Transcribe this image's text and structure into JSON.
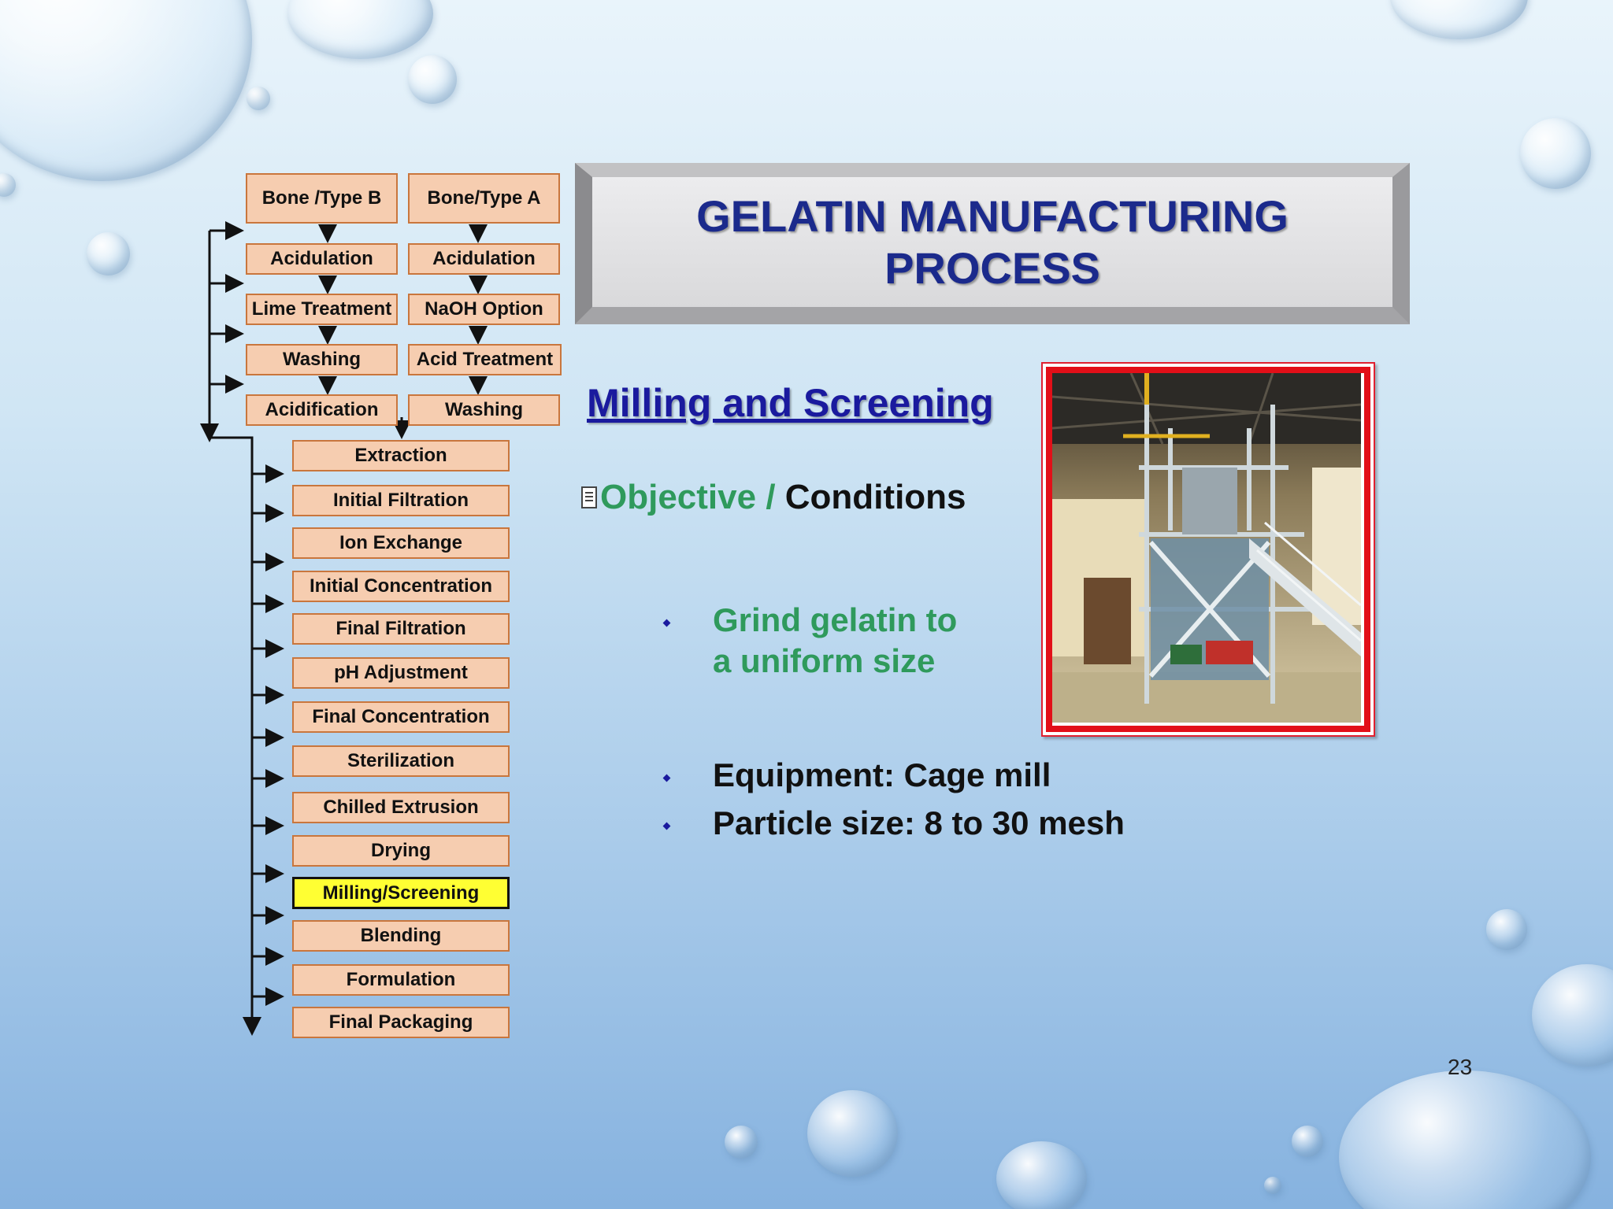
{
  "slide": {
    "title_line1": "GELATIN MANUFACTURING",
    "title_line2": "PROCESS",
    "section_heading": "Milling and Screening",
    "objective_label": "Objective",
    "objective_sep": " / ",
    "conditions_label": "Conditions",
    "bullets": [
      {
        "line1": "Grind gelatin to",
        "line2": "a uniform size"
      },
      {
        "text": "Equipment:  Cage mill"
      },
      {
        "text": "Particle size:  8 to 30 mesh"
      }
    ],
    "page_number": "23"
  },
  "flowchart": {
    "type_b": [
      "Bone /Type B",
      "Acidulation",
      "Lime Treatment",
      "Washing",
      "Acidification"
    ],
    "type_a": [
      "Bone/Type A",
      "Acidulation",
      "NaOH Option",
      "Acid Treatment",
      "Washing"
    ],
    "main_steps": [
      "Extraction",
      "Initial Filtration",
      "Ion Exchange",
      "Initial Concentration",
      "Final Filtration",
      "pH Adjustment",
      "Final Concentration",
      "Sterilization",
      "Chilled Extrusion",
      "Drying",
      "Milling/Screening",
      "Blending",
      "Formulation",
      "Final Packaging"
    ],
    "highlighted_step": "Milling/Screening"
  },
  "colors": {
    "title_text": "#1b2a8c",
    "green_text": "#2f9a5c",
    "box_fill": "#f6cdb0",
    "box_border": "#c9763d",
    "highlight_fill": "#ffff33",
    "photo_border": "#e20f18"
  },
  "icons": [
    "document-icon",
    "diamond-bullet-icon"
  ]
}
